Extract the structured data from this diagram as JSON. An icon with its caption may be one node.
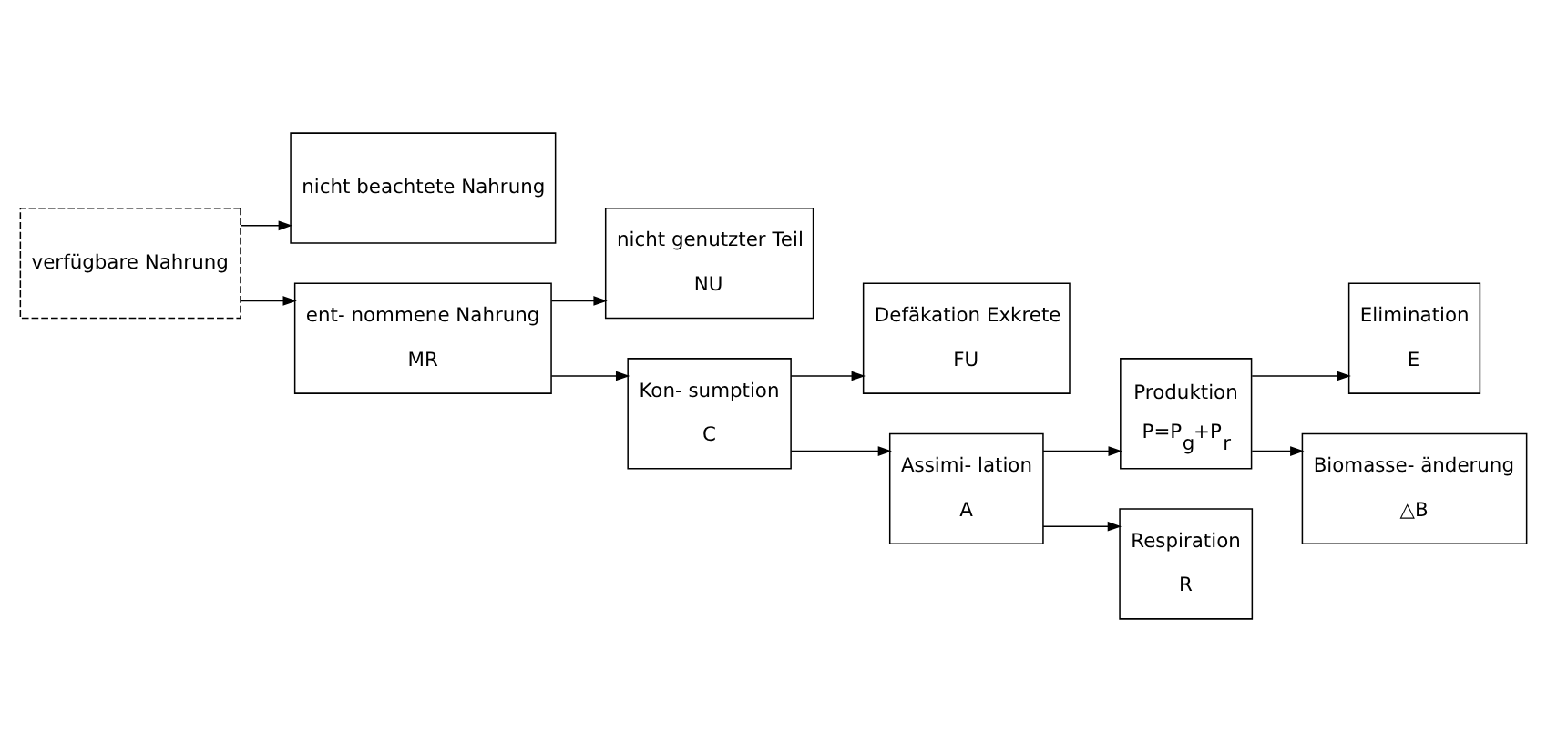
{
  "diagram": {
    "nodes": [
      {
        "text": [
          "nicht beachtete Nahrung"
        ]
      },
      {
        "text": [
          "nicht genutzter Teil",
          "NU"
        ]
      },
      {
        "text": [
          "Defäkation Exkrete",
          "FU"
        ]
      },
      {
        "text": [
          "Elimination",
          "E"
        ]
      },
      {
        "text": [
          "verfügbare Nahrung"
        ]
      },
      {
        "text": [
          "ent- nommene Nahrung",
          "MR"
        ]
      },
      {
        "text": [
          "Kon- sumption",
          "C"
        ]
      },
      {
        "text": [
          "Assimi- lation",
          "A"
        ]
      },
      {
        "text": [
          "Produktion",
          "P=P$_{g}$+P$_{r}$"
        ]
      },
      {
        "text": [
          "Biomasse- änderung",
          "△B"
        ]
      },
      {
        "text": [
          "Respiration",
          "R"
        ]
      }
    ],
    "edges": [
      {
        "from": 4,
        "to": 5,
        "arrow": "to"
      },
      {
        "from": 4,
        "to": 0,
        "arrow": "to"
      },
      {
        "from": 5,
        "to": 6,
        "arrow": "to"
      },
      {
        "from": 5,
        "to": 1,
        "arrow": "to"
      },
      {
        "from": 6,
        "to": 7,
        "arrow": "to"
      },
      {
        "from": 6,
        "to": 2,
        "arrow": "to"
      },
      {
        "from": 7,
        "to": 8,
        "arrow": "to"
      },
      {
        "from": 7,
        "to": 10,
        "arrow": "to"
      },
      {
        "from": 8,
        "to": 9,
        "arrow": "to"
      },
      {
        "from": 8,
        "to": 3,
        "arrow": "to"
      }
    ]
  }
}
